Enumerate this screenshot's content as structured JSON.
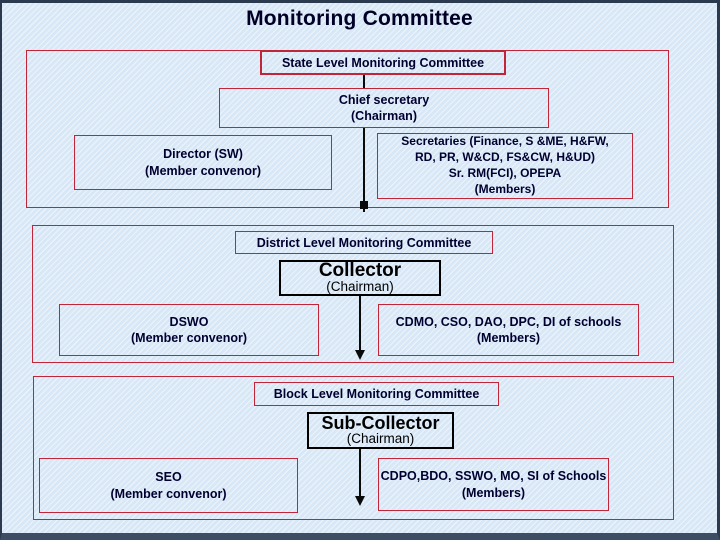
{
  "page": {
    "title": "Monitoring Committee"
  },
  "colors": {
    "background": "#d8e8f7",
    "box_border_red": "#c02538",
    "box_border_black": "#000000",
    "frame_border": "#2c3a50",
    "text_dark_navy": "#000030",
    "connector": "#0a0a0a"
  },
  "sections": [
    {
      "label": "State Level Monitoring Committee",
      "chairman": {
        "title": "Chief secretary",
        "role": "(Chairman)"
      },
      "convenor": {
        "title": "Director (SW)",
        "role": "(Member convenor)"
      },
      "members": {
        "lines": [
          "Secretaries (Finance,  S &ME, H&FW,",
          "RD, PR, W&CD, FS&CW, H&UD)",
          "Sr. RM(FCI), OPEPA",
          "(Members)"
        ]
      }
    },
    {
      "label": "District Level Monitoring Committee",
      "chairman": {
        "title": "Collector",
        "role": "(Chairman)"
      },
      "convenor": {
        "title": "DSWO",
        "role": "(Member convenor)"
      },
      "members": {
        "lines": [
          "CDMO, CSO, DAO, DPC, DI of schools",
          "(Members)"
        ]
      }
    },
    {
      "label": "Block Level Monitoring Committee",
      "chairman": {
        "title": "Sub-Collector",
        "role": "(Chairman)"
      },
      "convenor": {
        "title": "SEO",
        "role": "(Member convenor)"
      },
      "members": {
        "lines": [
          "CDPO,BDO, SSWO, MO, SI of Schools",
          "(Members)"
        ]
      }
    }
  ]
}
